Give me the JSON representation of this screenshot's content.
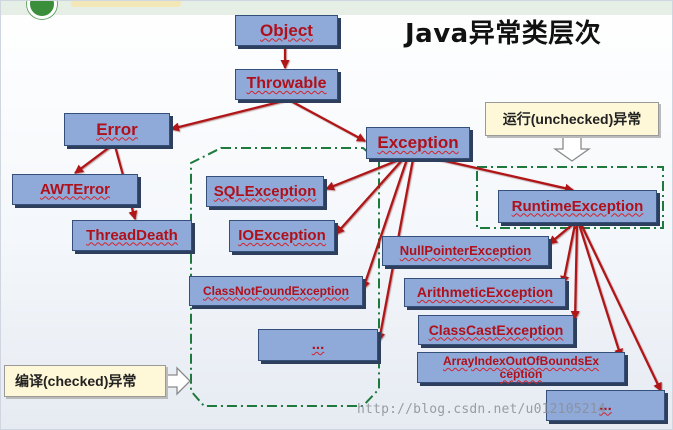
{
  "title": "Java异常类层次",
  "nodes": {
    "object": "Object",
    "throwable": "Throwable",
    "error": "Error",
    "exception": "Exception",
    "awterror": "AWTError",
    "threaddeath": "ThreadDeath",
    "sqlexception": "SQLException",
    "ioexception": "IOException",
    "classnotfound": "ClassNotFoundException",
    "checked_more": "...",
    "runtime": "RuntimeException",
    "nullpointer": "NullPointerException",
    "arithmetic": "ArithmeticException",
    "classcast": "ClassCastException",
    "arrayindex_line1": "ArrayIndexOutOfBoundsEx",
    "arrayindex_line2": "ception",
    "runtime_more": "..."
  },
  "callouts": {
    "unchecked": "运行(unchecked)异常",
    "checked": "编译(checked)异常"
  },
  "watermark": "http://blog.csdn.net/u012105214",
  "colors": {
    "box_fill": "#8fa9d9",
    "box_border": "#344f7a",
    "label": "#b0101a",
    "arrow": "#b01217",
    "group_outline": "#1e7a3c",
    "callout_fill": "#fff8d8"
  }
}
